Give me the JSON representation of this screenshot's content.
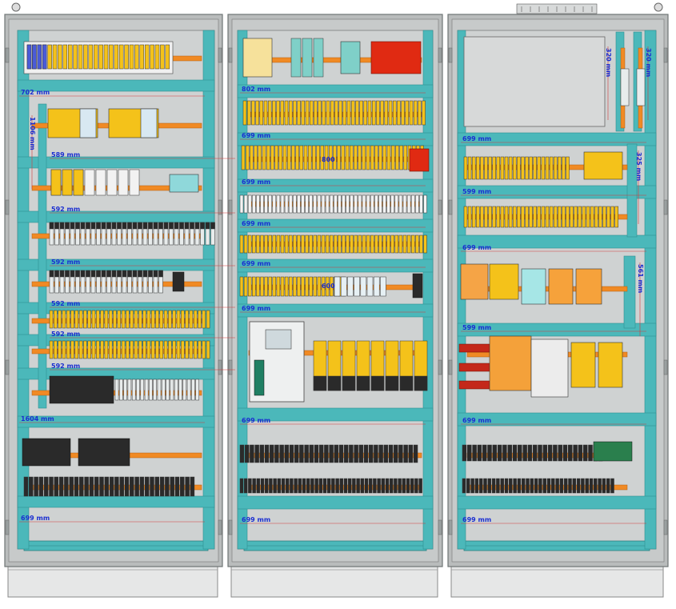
{
  "cabinets": [
    {
      "id": "left",
      "dimensions": [
        {
          "label": "702 mm",
          "orient": "h"
        },
        {
          "label": "1106 mm",
          "orient": "v"
        },
        {
          "label": "589 mm",
          "orient": "h"
        },
        {
          "label": "592 mm",
          "orient": "h"
        },
        {
          "label": "592 mm",
          "orient": "h"
        },
        {
          "label": "592 mm",
          "orient": "h"
        },
        {
          "label": "592 mm",
          "orient": "h"
        },
        {
          "label": "592 mm",
          "orient": "h"
        },
        {
          "label": "1604 mm",
          "orient": "h"
        },
        {
          "label": "699 mm",
          "orient": "h"
        }
      ]
    },
    {
      "id": "middle",
      "dimensions": [
        {
          "label": "802 mm",
          "orient": "h"
        },
        {
          "label": "699 mm",
          "orient": "h"
        },
        {
          "label": "699 mm",
          "orient": "h"
        },
        {
          "label": "699 mm",
          "orient": "h"
        },
        {
          "label": "699 mm",
          "orient": "h"
        },
        {
          "label": "699 mm",
          "orient": "h"
        },
        {
          "label": "699 mm",
          "orient": "h"
        },
        {
          "label": "699 mm",
          "orient": "h"
        }
      ],
      "rail_labels": [
        "800",
        "600"
      ]
    },
    {
      "id": "right",
      "dimensions": [
        {
          "label": "320 mm",
          "orient": "v"
        },
        {
          "label": "320 mm",
          "orient": "v"
        },
        {
          "label": "699 mm",
          "orient": "h"
        },
        {
          "label": "325 mm",
          "orient": "v"
        },
        {
          "label": "599 mm",
          "orient": "h"
        },
        {
          "label": "699 mm",
          "orient": "h"
        },
        {
          "label": "561 mm",
          "orient": "v"
        },
        {
          "label": "599 mm",
          "orient": "h"
        },
        {
          "label": "699 mm",
          "orient": "h"
        },
        {
          "label": "699 mm",
          "orient": "h"
        }
      ]
    }
  ],
  "colors": {
    "frame": "#b9bcbc",
    "frame_dark": "#6f7474",
    "plate": "#cfd2d2",
    "duct": "#4bb8ba",
    "din_rail": "#f08a24",
    "component_yellow": "#f4c21a",
    "component_dark": "#2a2a2a",
    "contactor_red": "#e02a12",
    "dimension_text": "#1b2fd1",
    "dimension_line": "#d33b3b"
  }
}
